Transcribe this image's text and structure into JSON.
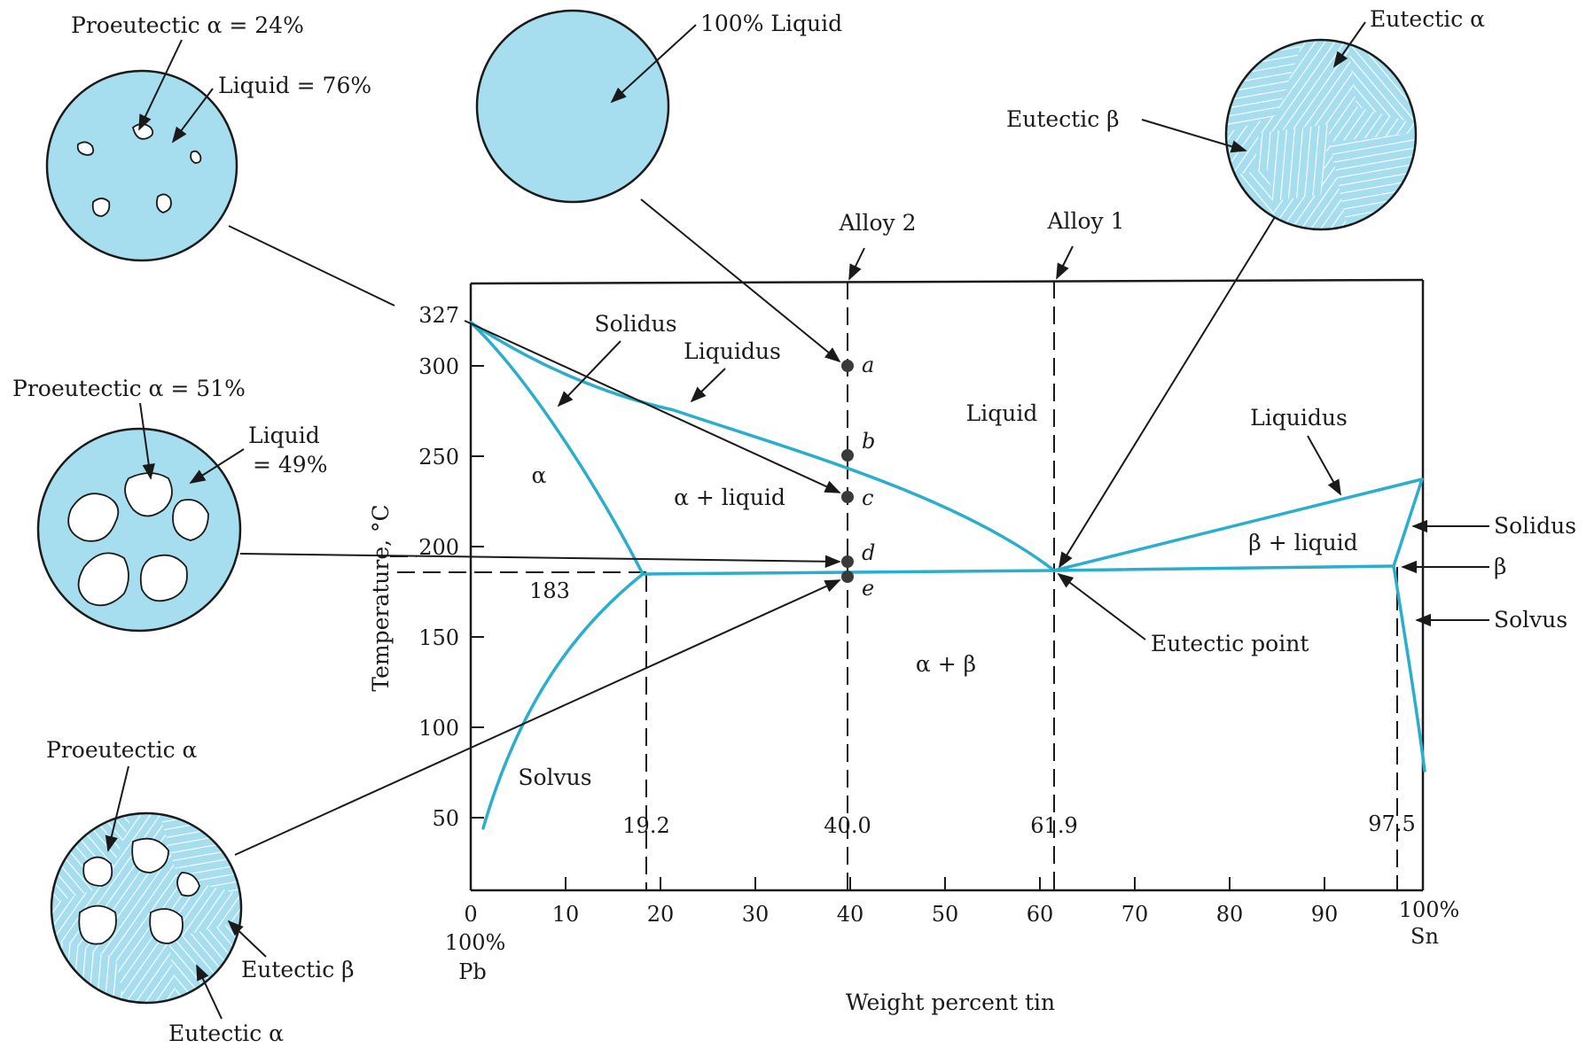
{
  "colors": {
    "phase_line": "#2aaecb",
    "micro_fill": "#a6def0",
    "micro_stripe": "#ffffff",
    "ink": "#1a1a1a"
  },
  "axes": {
    "xlabel": "Weight percent tin",
    "ylabel": "Temperature, °C",
    "x_ticks": [
      "0",
      "10",
      "20",
      "30",
      "40",
      "50",
      "60",
      "70",
      "80",
      "90",
      "100%"
    ],
    "y_ticks": [
      "50",
      "100",
      "150",
      "200",
      "250",
      "300"
    ],
    "pb_end_label_1": "100%",
    "pb_end_label_2": "Pb",
    "sn_end_label": "Sn"
  },
  "key_values": {
    "melting_pb": "327",
    "eutectic_temp": "183",
    "alpha_max": "19.2",
    "alloy2_comp": "40.0",
    "eutectic_comp": "61.9",
    "beta_max": "97.5"
  },
  "alloys": {
    "alloy2": "Alloy 2",
    "alloy1": "Alloy 1"
  },
  "points": [
    "a",
    "b",
    "c",
    "d",
    "e"
  ],
  "regions": {
    "alpha": "α",
    "alpha_liquid": "α + liquid",
    "liquid": "Liquid",
    "alpha_beta": "α + β",
    "beta_liquid": "β + liquid"
  },
  "curve_labels": {
    "solidus_left": "Solidus",
    "liquidus_left": "Liquidus",
    "solvus_left": "Solvus",
    "liquidus_right": "Liquidus",
    "solidus_right": "Solidus",
    "beta_right": "β",
    "solvus_right": "Solvus",
    "eutectic_point": "Eutectic point"
  },
  "micrographs": {
    "m1": {
      "proeutectic": "Proeutectic α = 24%",
      "liquid": "Liquid = 76%"
    },
    "m2": {
      "proeutectic": "Proeutectic α = 51%",
      "liquid_1": "Liquid",
      "liquid_2": "= 49%"
    },
    "m3": {
      "proeutectic": "Proeutectic α",
      "eutectic_beta": "Eutectic β",
      "eutectic_alpha": "Eutectic α"
    },
    "m4": {
      "liquid": "100% Liquid"
    },
    "m5": {
      "eutectic_alpha": "Eutectic α",
      "eutectic_beta": "Eutectic β"
    }
  }
}
